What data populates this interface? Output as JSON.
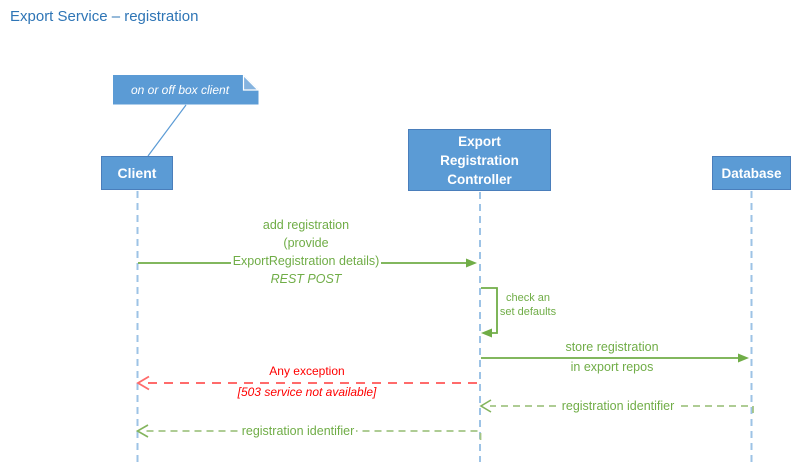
{
  "title": "Export Service – registration",
  "note": {
    "text": "on or off box client"
  },
  "actors": {
    "client": {
      "label": "Client"
    },
    "controller": {
      "lines": [
        "Export",
        "Registration",
        "Controller"
      ]
    },
    "database": {
      "label": "Database"
    }
  },
  "messages": {
    "add_registration": {
      "lines": [
        "add registration",
        "(provide",
        "ExportRegistration details)"
      ],
      "annotation": "REST POST"
    },
    "self_check": {
      "lines": [
        "check an",
        "set defaults"
      ]
    },
    "store_registration": {
      "lines": [
        "store registration",
        "in export repos"
      ]
    },
    "exception": {
      "label": "Any exception",
      "detail": "[503 service not available]"
    },
    "registration_identifier_db_to_controller": {
      "label": "registration identifier"
    },
    "registration_identifier_controller_to_client": {
      "label": "registration identifier"
    }
  },
  "colors": {
    "box_fill": "#5B9BD5",
    "box_border": "#4A7EBB",
    "lifeline_blue": "#9DC3E6",
    "solid_green": "#70AD47",
    "dashed_green": "#A3C585",
    "red_text": "#FF0000",
    "dashed_red": "#FF6B6B",
    "title_blue": "#2E75B6"
  }
}
